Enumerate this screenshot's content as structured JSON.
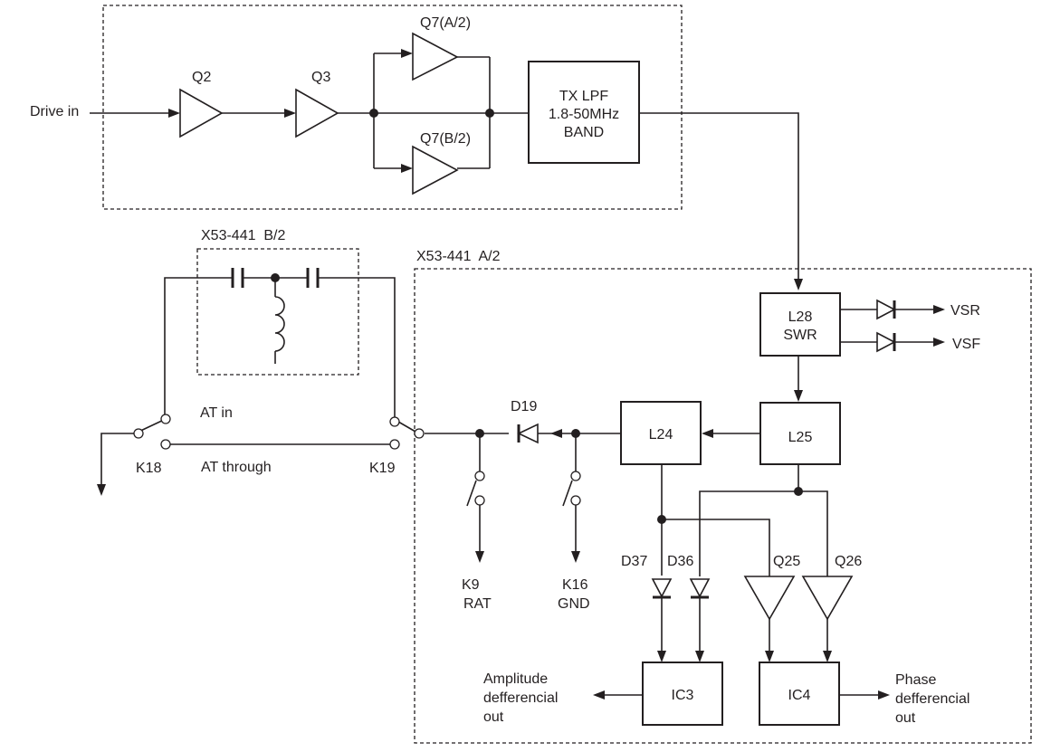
{
  "labels": {
    "drive_in": "Drive in",
    "q2": "Q2",
    "q3": "Q3",
    "q7a": "Q7(A/2)",
    "q7b": "Q7(B/2)",
    "tx_lpf": [
      "TX LPF",
      "1.8-50MHz",
      "BAND"
    ],
    "x53_b2": "X53-441  B/2",
    "x53_a2": "X53-441  A/2",
    "at_in": "AT in",
    "at_through": "AT through",
    "k18": "K18",
    "k19": "K19",
    "d19": "D19",
    "k9": [
      "K9",
      "RAT"
    ],
    "k16": [
      "K16",
      "GND"
    ],
    "l28": [
      "L28",
      "SWR"
    ],
    "vsr": "VSR",
    "vsf": "VSF",
    "l24": "L24",
    "l25": "L25",
    "d37": "D37",
    "d36": "D36",
    "q25": "Q25",
    "q26": "Q26",
    "ic3": "IC3",
    "ic4": "IC4",
    "amp_out": [
      "Amplitude",
      "defferencial",
      "out"
    ],
    "phase_out": [
      "Phase",
      "defferencial",
      "out"
    ]
  }
}
